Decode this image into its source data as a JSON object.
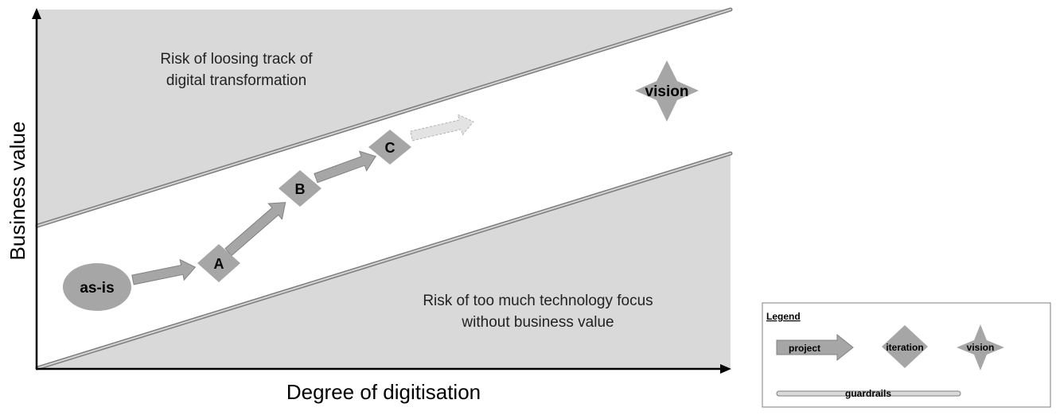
{
  "axes": {
    "x_label": "Degree of digitisation",
    "y_label": "Business value"
  },
  "regions": {
    "upper_risk": [
      "Risk of loosing track of",
      "digital transformation"
    ],
    "lower_risk": [
      "Risk of too much technology focus",
      "without business value"
    ]
  },
  "nodes": {
    "as_is": "as-is",
    "a": "A",
    "b": "B",
    "c": "C",
    "vision": "vision"
  },
  "legend": {
    "title": "Legend",
    "project": "project",
    "iteration": "iteration",
    "vision": "vision",
    "guardrails": "guardrails"
  },
  "colors": {
    "risk_area": "#d9d9d9",
    "shape_fill": "#a6a6a6",
    "shape_stroke": "#808080",
    "faded_arrow": "#e3e3e3"
  }
}
